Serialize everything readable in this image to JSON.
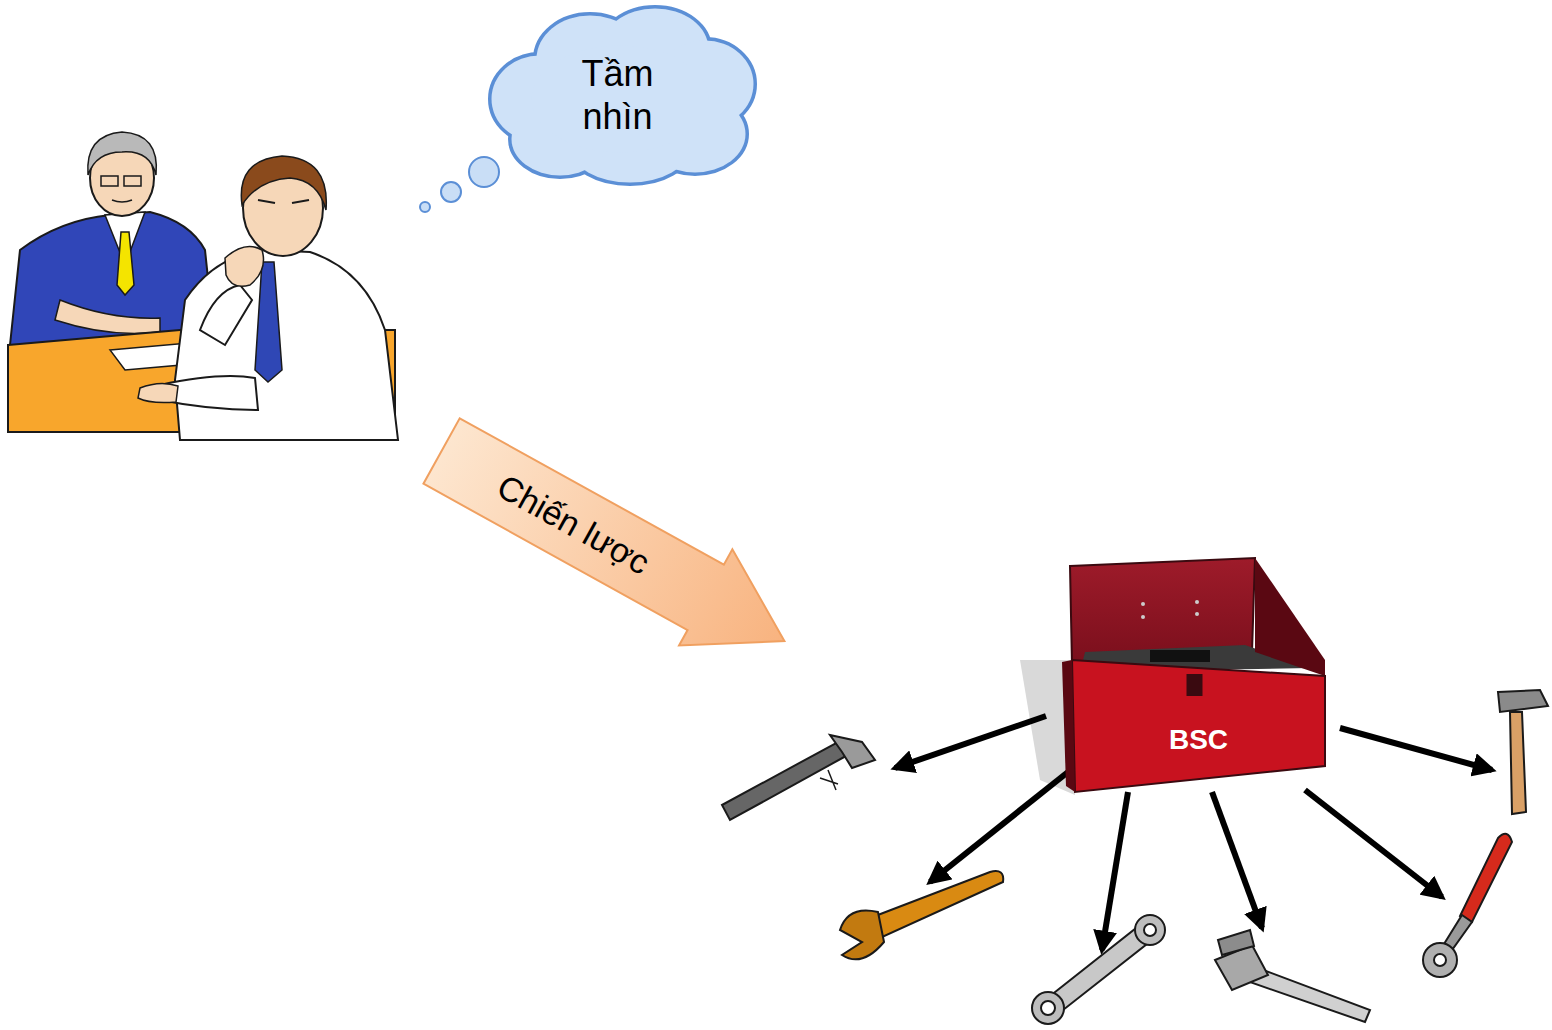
{
  "diagram": {
    "nodes": [
      {
        "text": [
          "Tầm nhìn"
        ]
      },
      {
        "text": [
          "Chiến lược"
        ]
      },
      {
        "text": [
          "BSC"
        ]
      }
    ]
  }
}
